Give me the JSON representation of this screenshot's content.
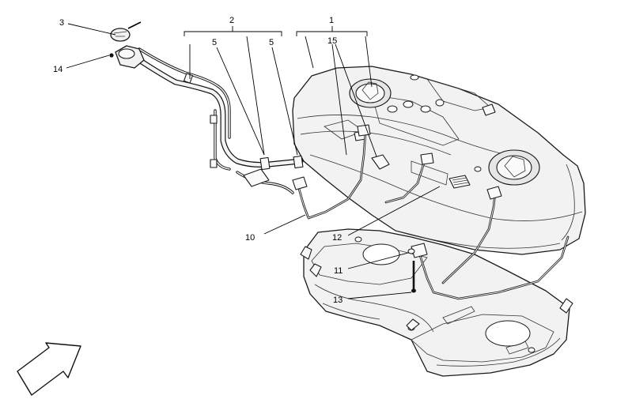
{
  "callouts": [
    {
      "id": "c1",
      "label": "1"
    },
    {
      "id": "c2",
      "label": "2"
    },
    {
      "id": "c3",
      "label": "3"
    },
    {
      "id": "c5a",
      "label": "5"
    },
    {
      "id": "c5b",
      "label": "5"
    },
    {
      "id": "c10",
      "label": "10"
    },
    {
      "id": "c11",
      "label": "11"
    },
    {
      "id": "c12",
      "label": "12"
    },
    {
      "id": "c13",
      "label": "13"
    },
    {
      "id": "c14",
      "label": "14"
    },
    {
      "id": "c15",
      "label": "15"
    }
  ],
  "colors": {
    "line": "#1a1a1a",
    "fill": "#f2f2f2",
    "background": "#ffffff"
  },
  "icons": {
    "direction_arrow": "front-direction-arrow-icon"
  }
}
